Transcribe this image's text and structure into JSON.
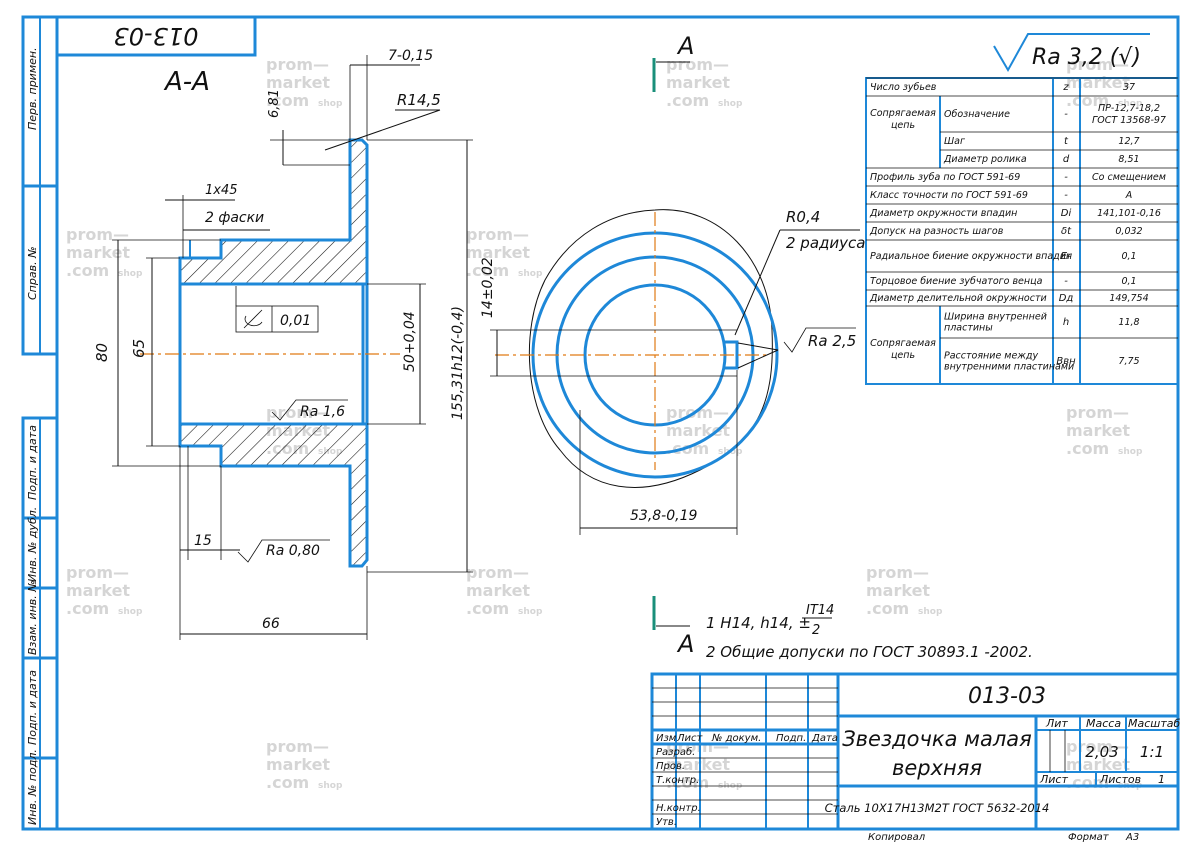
{
  "stamp_top": "013-03",
  "section_label": "А-А",
  "view_label": "А",
  "roughness_general": "Ra 3,2 (√)",
  "watermark": {
    "l1": "prom—",
    "l2": "market",
    "l3": ".com",
    "l4": "shop"
  },
  "left_strip": [
    "Перв. примен.",
    "Справ. №",
    "Подп. и дата",
    "Инв. № дубл.",
    "Взам. инв. №",
    "Подп. и дата",
    "Инв. № подл."
  ],
  "section_dims": {
    "d1": "7-0,15",
    "d2": "6,81",
    "r1": "R14,5",
    "chamfer": "1х45",
    "chamfer_note": "2 фаски",
    "d80": "80",
    "d65": "65",
    "d50": "50+0,04",
    "d155": "155,31h12(-0,4)",
    "d14": "14±0,02",
    "d15": "15",
    "d66": "66",
    "flat": "0,01",
    "ra16": "Ra 1,6",
    "ra08": "Ra 0,80"
  },
  "view_dims": {
    "r04": "R0,4",
    "r04_note": "2 радиуса",
    "ra25": "Ra 2,5",
    "d538": "53,8-0,19"
  },
  "notes": {
    "n1": "1 Н14, h14, ±",
    "n1_frac_top": "IT14",
    "n1_frac_bottom": "2",
    "n2": "2 Общие допуски по ГОСТ 30893.1 -2002."
  },
  "params": [
    {
      "group": "",
      "name": "Число зубьев",
      "sym": "z",
      "val": "37"
    },
    {
      "group": "Сопрягаемая цепь",
      "name": "Обозначение",
      "sym": "-",
      "val": "ПР-12,7-18,2 ГОСТ 13568-97"
    },
    {
      "group": "",
      "name": "Шаг",
      "sym": "t",
      "val": "12,7"
    },
    {
      "group": "",
      "name": "Диаметр ролика",
      "sym": "d",
      "val": "8,51"
    },
    {
      "group": "",
      "name": "Профиль зуба по ГОСТ 591-69",
      "sym": "-",
      "val": "Со смещением"
    },
    {
      "group": "",
      "name": "Класс точности по ГОСТ 591-69",
      "sym": "-",
      "val": "А"
    },
    {
      "group": "",
      "name": "Диаметр окружности впадин",
      "sym": "Di",
      "val": "141,101-0,16"
    },
    {
      "group": "",
      "name": "Допуск на разность шагов",
      "sym": "δt",
      "val": "0,032"
    },
    {
      "group": "",
      "name": "Радиальное биение окружности впадин",
      "sym": "Еr",
      "val": "0,1"
    },
    {
      "group": "",
      "name": "Торцовое биение зубчатого венца",
      "sym": "-",
      "val": "0,1"
    },
    {
      "group": "",
      "name": "Диаметр делительной окружности",
      "sym": "Dд",
      "val": "149,754"
    },
    {
      "group": "Сопрягаемая цепь",
      "name": "Ширина внутренней пластины",
      "sym": "h",
      "val": "11,8"
    },
    {
      "group": "",
      "name": "Расстояние между внутренними пластинами",
      "sym": "Bвн",
      "val": "7,75"
    }
  ],
  "title_block": {
    "designation": "013-03",
    "name_l1": "Звездочка малая",
    "name_l2": "верхняя",
    "material": "Сталь 10Х17Н13М2Т ГОСТ 5632-2014",
    "h_lit": "Лит",
    "h_mass": "Масса",
    "h_scale": "Масштаб",
    "mass": "2,03",
    "scale": "1:1",
    "sheet_label": "Лист",
    "sheets_label": "Листов",
    "sheets": "1",
    "copied": "Копировал",
    "format_label": "Формат",
    "format": "А3",
    "col_izm": "Изм",
    "col_list": "Лист",
    "col_doc": "№ докум.",
    "col_sign": "Подп.",
    "col_date": "Дата",
    "roles": [
      "Разраб.",
      "Пров.",
      "Т.контр.",
      "",
      "Н.контр.",
      "Утв."
    ]
  }
}
